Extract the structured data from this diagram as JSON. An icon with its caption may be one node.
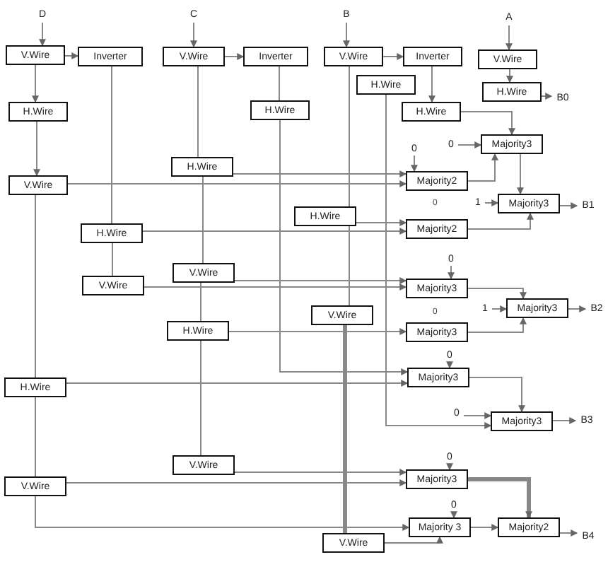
{
  "diagram": {
    "nodes": [
      {
        "text": [
          "D"
        ]
      },
      {
        "text": [
          "V.Wire"
        ]
      },
      {
        "text": [
          "Inverter"
        ]
      },
      {
        "text": [
          "C"
        ]
      },
      {
        "text": [
          "V.Wire"
        ]
      },
      {
        "text": [
          "Inverter"
        ]
      },
      {
        "text": [
          "B"
        ]
      },
      {
        "text": [
          "V.Wire"
        ]
      },
      {
        "text": [
          "Inverter"
        ]
      },
      {
        "text": [
          "A"
        ]
      },
      {
        "text": [
          "V.Wire"
        ]
      },
      {
        "text": [
          "H.Wire"
        ]
      },
      {
        "text": [
          "H.Wire"
        ]
      },
      {
        "text": [
          "H.Wire"
        ]
      },
      {
        "text": [
          "H.Wire"
        ]
      },
      {
        "text": [
          "H.Wire"
        ]
      },
      {
        "text": [
          "B0"
        ]
      },
      {
        "text": [
          "V.Wire"
        ]
      },
      {
        "text": [
          "H.Wire"
        ]
      },
      {
        "text": [
          "Majority3"
        ]
      },
      {
        "text": [
          "0"
        ]
      },
      {
        "text": [
          "Majority2"
        ]
      },
      {
        "text": [
          "0"
        ]
      },
      {
        "text": [
          "Majority3"
        ]
      },
      {
        "text": [
          "1"
        ]
      },
      {
        "text": [
          "B1"
        ]
      },
      {
        "text": [
          "H.Wire"
        ]
      },
      {
        "text": [
          "Majority2"
        ]
      },
      {
        "text": [
          "H.Wire"
        ]
      },
      {
        "text": [
          "V.Wire"
        ]
      },
      {
        "text": [
          "V.Wire"
        ]
      },
      {
        "text": [
          "Majority3"
        ]
      },
      {
        "text": [
          "0"
        ]
      },
      {
        "text": [
          "Majority3"
        ]
      },
      {
        "text": [
          "1"
        ]
      },
      {
        "text": [
          "B2"
        ]
      },
      {
        "text": [
          "H.Wire"
        ]
      },
      {
        "text": [
          "V.Wire"
        ]
      },
      {
        "text": [
          "Majority3"
        ]
      },
      {
        "text": [
          "H.Wire"
        ]
      },
      {
        "text": [
          "Majority3"
        ]
      },
      {
        "text": [
          "0"
        ]
      },
      {
        "text": [
          "Majority3"
        ]
      },
      {
        "text": [
          "0"
        ]
      },
      {
        "text": [
          "B3"
        ]
      },
      {
        "text": [
          "V.Wire"
        ]
      },
      {
        "text": [
          "V.Wire"
        ]
      },
      {
        "text": [
          "Majority3"
        ]
      },
      {
        "text": [
          "0"
        ]
      },
      {
        "text": [
          "Majority 3"
        ]
      },
      {
        "text": [
          "0"
        ]
      },
      {
        "text": [
          "Majority2"
        ]
      },
      {
        "text": [
          "B4"
        ]
      },
      {
        "text": [
          "V.Wire"
        ]
      }
    ],
    "edges": [
      {
        "from": 0,
        "to": 1,
        "arrow": "to"
      },
      {
        "from": 1,
        "to": 2,
        "arrow": "to"
      },
      {
        "from": 1,
        "to": 11,
        "arrow": "to"
      },
      {
        "from": 11,
        "to": 17,
        "arrow": "to"
      },
      {
        "from": 17,
        "to": 39,
        "arrow": "none"
      },
      {
        "from": 39,
        "to": 46,
        "arrow": "none"
      },
      {
        "from": 17,
        "to": 21,
        "arrow": "to"
      },
      {
        "from": 2,
        "to": 28,
        "arrow": "none"
      },
      {
        "from": 28,
        "to": 29,
        "arrow": "none"
      },
      {
        "from": 28,
        "to": 27,
        "arrow": "to"
      },
      {
        "from": 29,
        "to": 31,
        "arrow": "to"
      },
      {
        "from": 3,
        "to": 4,
        "arrow": "to"
      },
      {
        "from": 4,
        "to": 5,
        "arrow": "to"
      },
      {
        "from": 4,
        "to": 18,
        "arrow": "none"
      },
      {
        "from": 18,
        "to": 30,
        "arrow": "none"
      },
      {
        "from": 30,
        "to": 36,
        "arrow": "none"
      },
      {
        "from": 36,
        "to": 45,
        "arrow": "none"
      },
      {
        "from": 18,
        "to": 21,
        "arrow": "to"
      },
      {
        "from": 5,
        "to": 12,
        "arrow": "none"
      },
      {
        "from": 12,
        "to": 40,
        "arrow": "to"
      },
      {
        "from": 30,
        "to": 31,
        "arrow": "to"
      },
      {
        "from": 36,
        "to": 38,
        "arrow": "to"
      },
      {
        "from": 39,
        "to": 40,
        "arrow": "to"
      },
      {
        "from": 45,
        "to": 47,
        "arrow": "to"
      },
      {
        "from": 46,
        "to": 47,
        "arrow": "to"
      },
      {
        "from": 46,
        "to": 49,
        "arrow": "to"
      },
      {
        "from": 6,
        "to": 7,
        "arrow": "to"
      },
      {
        "from": 7,
        "to": 8,
        "arrow": "to"
      },
      {
        "from": 8,
        "to": 14,
        "arrow": "to"
      },
      {
        "from": 7,
        "to": 26,
        "arrow": "none"
      },
      {
        "from": 26,
        "to": 37,
        "arrow": "none"
      },
      {
        "from": 37,
        "to": 53,
        "arrow": "none",
        "style": "thick"
      },
      {
        "from": 13,
        "to": 42,
        "arrow": "to"
      },
      {
        "from": 14,
        "to": 19,
        "arrow": "to"
      },
      {
        "from": 9,
        "to": 10,
        "arrow": "to"
      },
      {
        "from": 10,
        "to": 15,
        "arrow": "to"
      },
      {
        "from": 15,
        "to": 16,
        "arrow": "to"
      },
      {
        "from": 20,
        "to": 19,
        "arrow": "to"
      },
      {
        "from": 22,
        "to": 21,
        "arrow": "to"
      },
      {
        "from": 21,
        "to": 19,
        "arrow": "to"
      },
      {
        "from": 19,
        "to": 23,
        "arrow": "to"
      },
      {
        "from": 24,
        "to": 23,
        "arrow": "to"
      },
      {
        "from": 23,
        "to": 25,
        "arrow": "to"
      },
      {
        "from": 26,
        "to": 27,
        "arrow": "to"
      },
      {
        "from": 27,
        "to": 23,
        "arrow": "to"
      },
      {
        "from": 32,
        "to": 31,
        "arrow": "to"
      },
      {
        "from": 31,
        "to": 33,
        "arrow": "to"
      },
      {
        "from": 38,
        "to": 33,
        "arrow": "to"
      },
      {
        "from": 34,
        "to": 33,
        "arrow": "to"
      },
      {
        "from": 33,
        "to": 35,
        "arrow": "to"
      },
      {
        "from": 41,
        "to": 40,
        "arrow": "to"
      },
      {
        "from": 40,
        "to": 42,
        "arrow": "to"
      },
      {
        "from": 43,
        "to": 42,
        "arrow": "to"
      },
      {
        "from": 42,
        "to": 44,
        "arrow": "to"
      },
      {
        "from": 48,
        "to": 47,
        "arrow": "to"
      },
      {
        "from": 50,
        "to": 49,
        "arrow": "to"
      },
      {
        "from": 47,
        "to": 51,
        "arrow": "to",
        "style": "thick"
      },
      {
        "from": 49,
        "to": 51,
        "arrow": "to"
      },
      {
        "from": 53,
        "to": 49,
        "arrow": "to"
      },
      {
        "from": 51,
        "to": 52,
        "arrow": "to"
      }
    ],
    "labels": [
      "0",
      "0"
    ]
  }
}
